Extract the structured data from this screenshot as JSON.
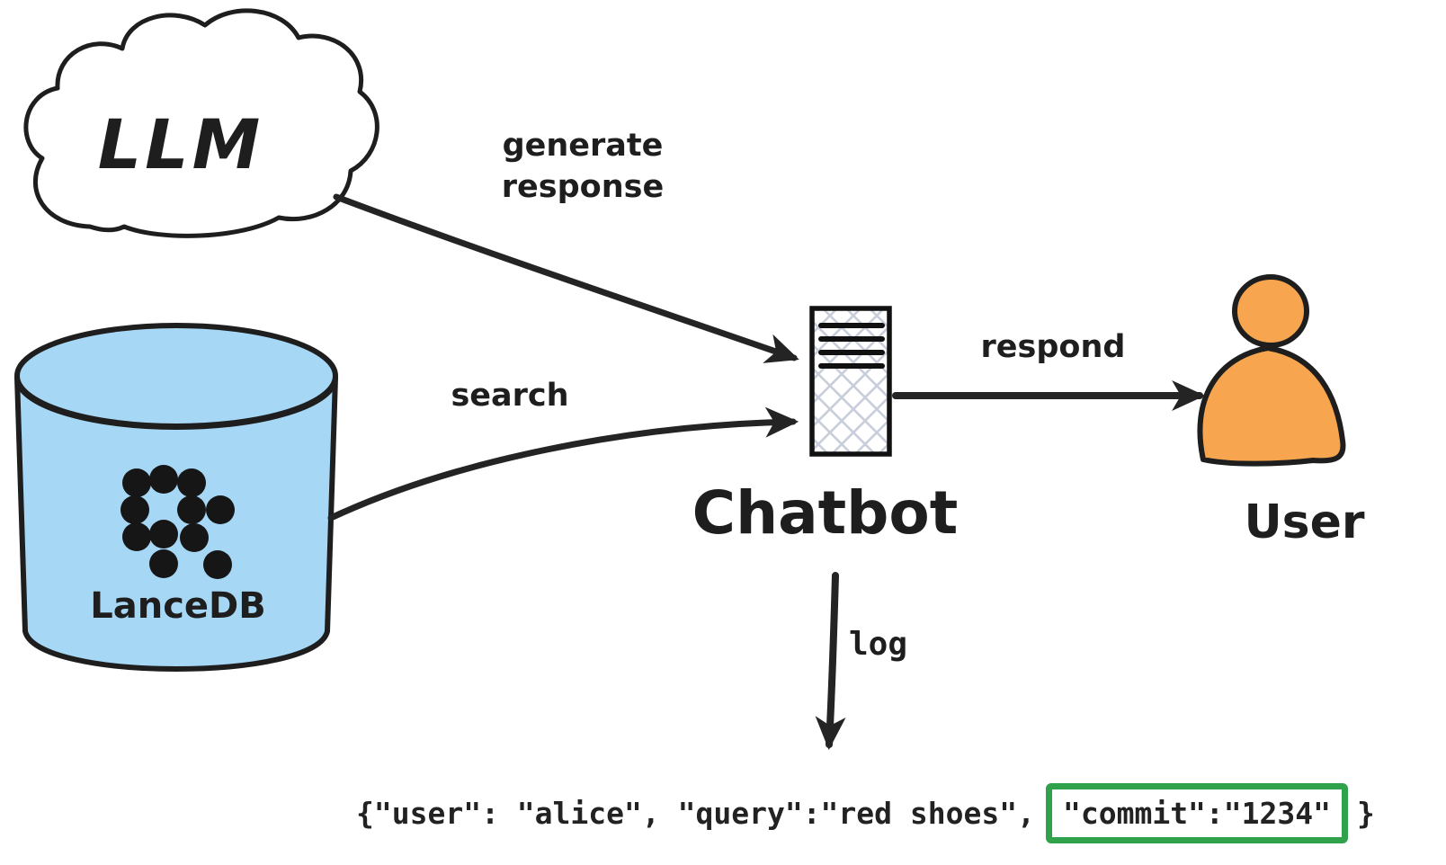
{
  "nodes": {
    "llm": {
      "label": "LLM"
    },
    "lancedb": {
      "label": "LanceDB"
    },
    "chatbot": {
      "label": "Chatbot"
    },
    "user": {
      "label": "User"
    }
  },
  "edges": {
    "generate_response": {
      "label": "generate response",
      "from": "llm",
      "to": "chatbot"
    },
    "search": {
      "label": "search",
      "from": "lancedb",
      "to": "chatbot"
    },
    "respond": {
      "label": "respond",
      "from": "chatbot",
      "to": "user"
    },
    "log": {
      "label": "log",
      "from": "chatbot",
      "to": "log_record"
    }
  },
  "log_record": {
    "prefix": "{\"user\": \"alice\", \"query\":\"red shoes\",",
    "highlight": "\"commit\":\"1234\"",
    "suffix": "}"
  },
  "colors": {
    "database_fill": "#a6d7f5",
    "user_fill": "#f7a54e",
    "highlight_border": "#31a24c",
    "ink": "#1e1e1e",
    "hatch": "#c8ceda"
  }
}
